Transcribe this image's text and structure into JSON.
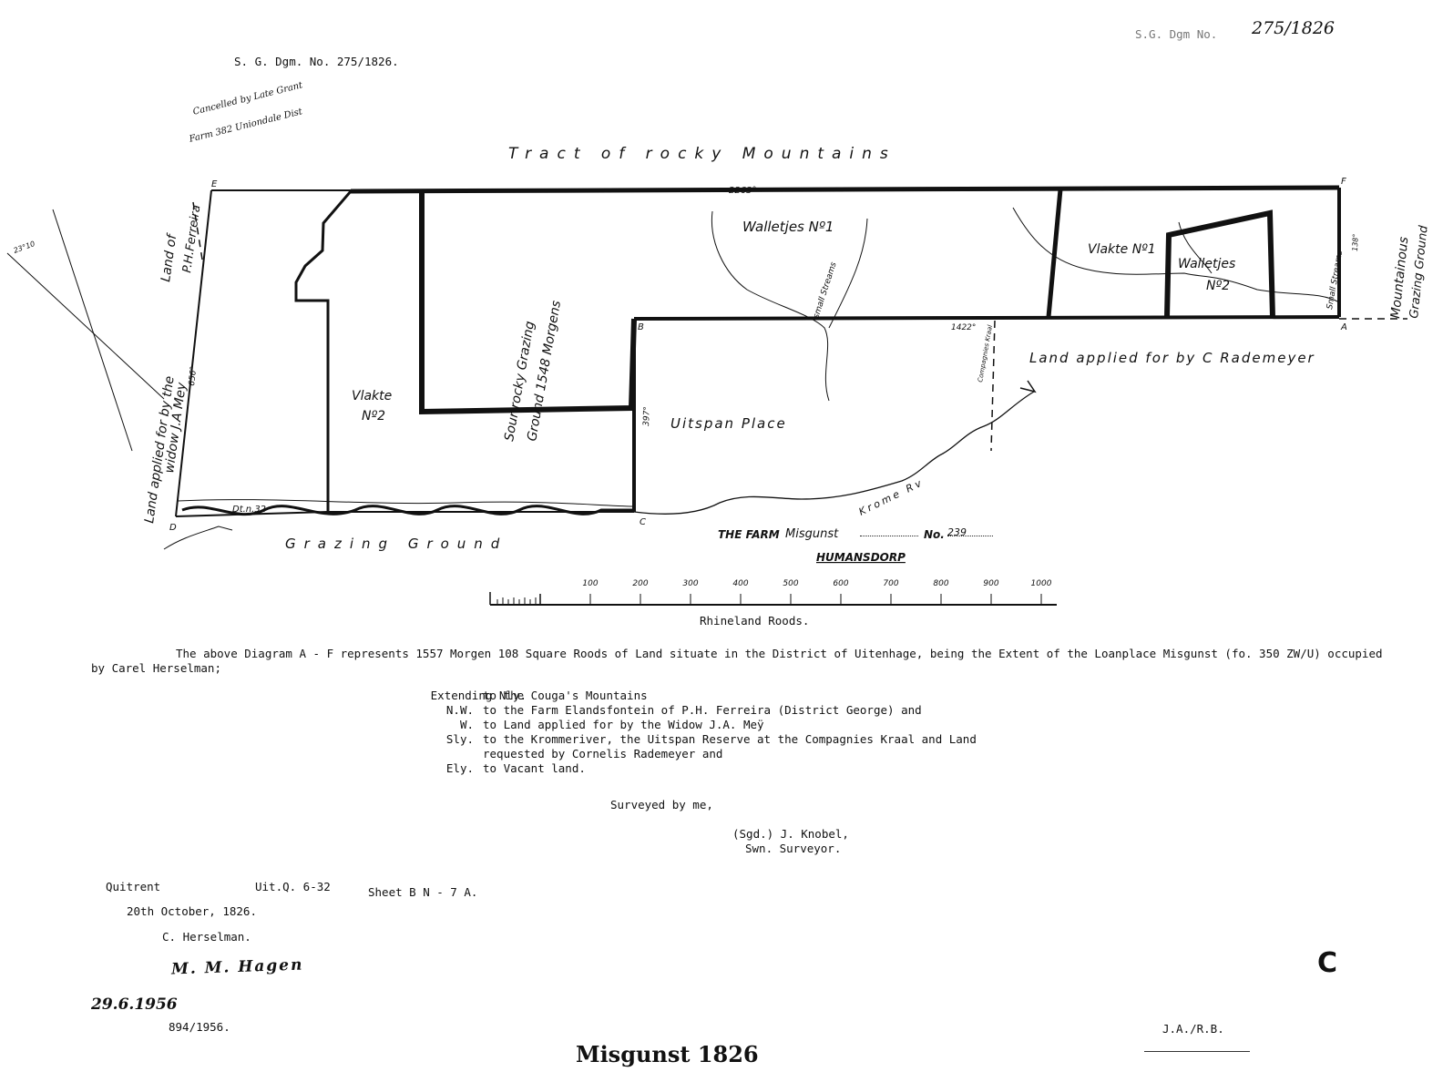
{
  "header": {
    "sg_dgm": "S. G. Dgm. No. 275/1826.",
    "top_right_prefix": "S.G. Dgm No.",
    "top_right_number": "275/1826",
    "handwritten_note_1": "Cancelled by Late Grant",
    "handwritten_note_2": "Farm 382 Uniondale Dist"
  },
  "map": {
    "tract_label": "Tract of rocky Mountains",
    "top_edge_length": "2263°",
    "corner_e": "E",
    "corner_f": "F",
    "corner_a": "A",
    "corner_b": "B",
    "corner_c": "C",
    "corner_d": "D",
    "walletjes_1": "Walletjes Nº1",
    "vlakte_1": "Vlakte Nº1",
    "walletjes_2a": "Walletjes",
    "walletjes_2b": "Nº2",
    "vlakte_2a": "Vlakte",
    "vlakte_2b": "Nº2",
    "sour_grazing_1": "Sour rocky Grazing",
    "sour_grazing_2": "Ground 1548 Morgens",
    "uitspan_place": "Uitspan Place",
    "small_streams_mid": "small Streams",
    "small_streams_right": "Small Streams",
    "compagnies_kraal": "Compagnies Kraal",
    "edge_ba": "1422°",
    "edge_bc": "397°",
    "edge_af": "138°",
    "edge_de": "656°",
    "land_applied_rademeyer": "Land applied for by C Rademeyer",
    "mountainous_1": "Mountainous",
    "mountainous_2": "Grazing Ground",
    "land_ferreira_1": "Land of",
    "land_ferreira_2": "P.H.Ferreira",
    "land_widow_1": "Land applied for by the",
    "land_widow_2": "widow J.A Mey",
    "bearing_label": "23°10",
    "grazing_ground": "Grazing Ground",
    "krome_river": "Krome Rv",
    "river_small": "Dt.n.32",
    "farm_prefix": "THE FARM",
    "farm_name": "Misgunst",
    "farm_no_prefix": "No.",
    "farm_no": "239",
    "district": "HUMANSDORP"
  },
  "scale": {
    "ticks": [
      "100",
      "200",
      "300",
      "400",
      "500",
      "600",
      "700",
      "800",
      "900",
      "1000"
    ],
    "unit_label": "Rhineland Roods."
  },
  "description": {
    "line_1": "The above Diagram A - F represents 1557 Morgen 108 Square Roods of Land situate in the District of Uitenhage, being the Extent of the Loanplace Misgunst (fo. 350 ZW/U) occupied",
    "line_2": "by Carel Herselman;",
    "boundaries": [
      {
        "dir": "Extending Nly.",
        "text": "to the Couga's Mountains"
      },
      {
        "dir": "N.W.",
        "text": "to the Farm Elandsfontein of P.H. Ferreira  (District George) and"
      },
      {
        "dir": "W.",
        "text": "to Land applied for by the Widow J.A. Meÿ"
      },
      {
        "dir": "Sly.",
        "text": "to the Krommeriver, the Uitspan Reserve at the Compagnies Kraal and Land"
      },
      {
        "dir": "",
        "text": "requested by Cornelis Rademeyer and"
      },
      {
        "dir": "Ely.",
        "text": "to Vacant land."
      }
    ],
    "surveyed_by": "Surveyed by me,",
    "signed": "(Sgd.) J. Knobel,",
    "surveyor": "Swn. Surveyor."
  },
  "footer": {
    "quitrent": "Quitrent",
    "uitq": "Uit.Q. 6-32",
    "sheet": "Sheet B N - 7 A.",
    "date": "20th October, 1826.",
    "grantee": "C. Herselman.",
    "signature_hand": "M. M. Hagen",
    "hand_date": "29.6.1956",
    "ref": "894/1956.",
    "initials": "J.A./R.B.",
    "letter": "C",
    "title": "Misgunst 1826"
  }
}
